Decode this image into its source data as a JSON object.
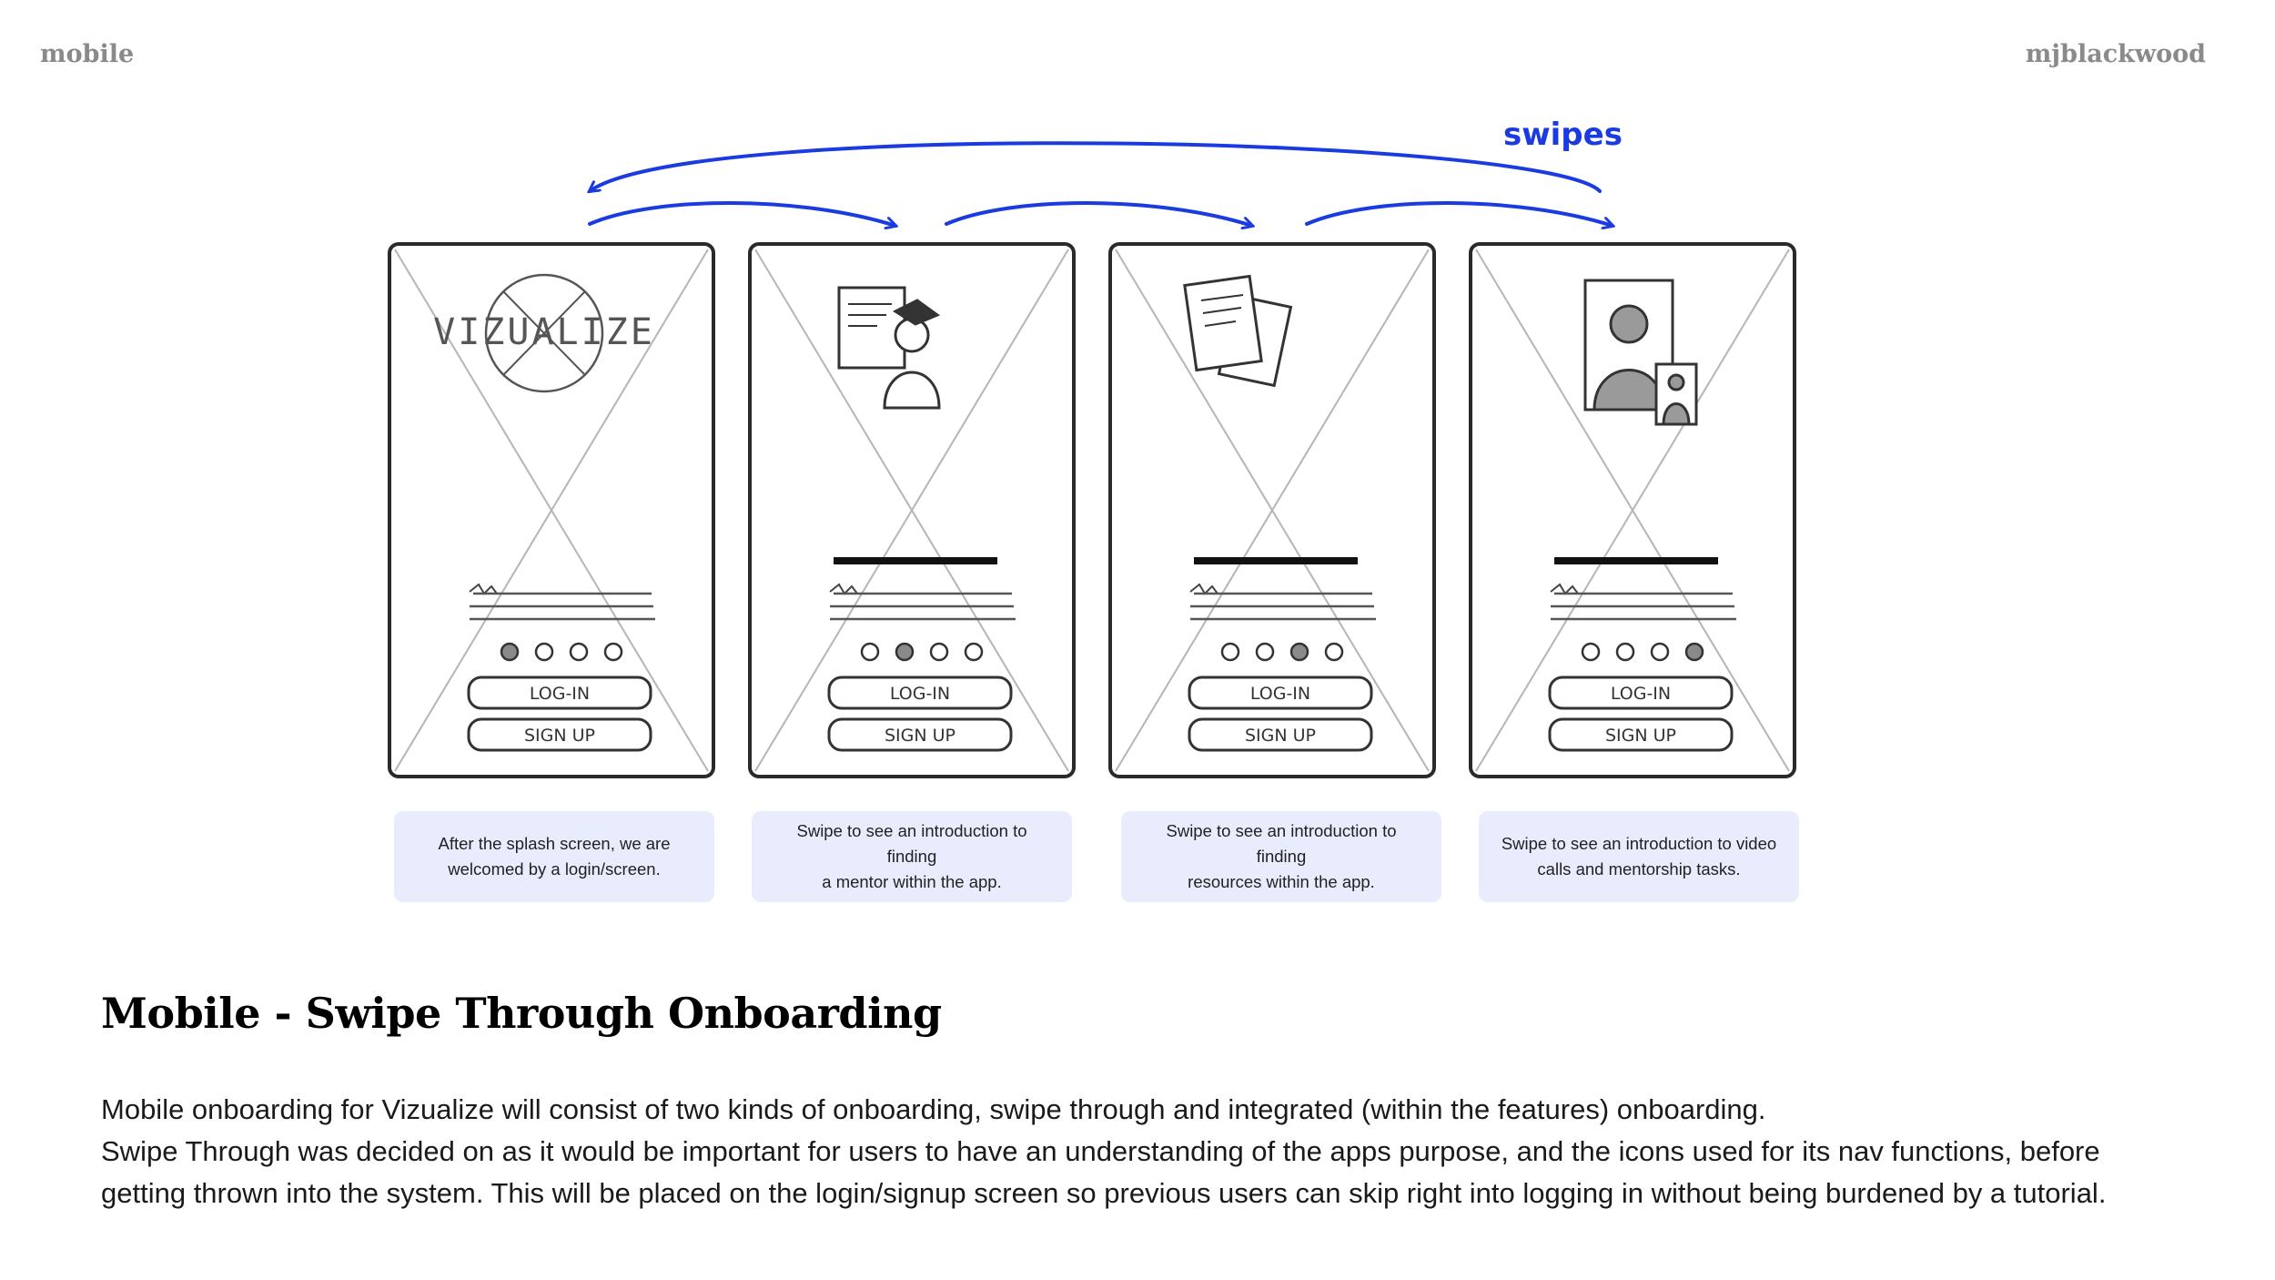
{
  "header": {
    "left_label": "mobile",
    "right_label": "mjblackwood"
  },
  "diagram": {
    "swipes_label": "swipes",
    "arrow_color": "#1a3be0",
    "logo_text": "VIZUALIZE",
    "login_button_label": "LOG-IN",
    "signup_button_label": "SIGN UP",
    "frames": [
      {
        "active_dot": 1,
        "illustration": "logo-placeholder"
      },
      {
        "active_dot": 2,
        "illustration": "mentor-graduate-icon"
      },
      {
        "active_dot": 3,
        "illustration": "resource-documents-icon"
      },
      {
        "active_dot": 4,
        "illustration": "video-call-icon"
      }
    ],
    "captions": [
      {
        "line1": "After the splash screen, we are",
        "line2": "welcomed by a login/screen."
      },
      {
        "line1": "Swipe to see an introduction to finding",
        "line2": "a mentor within the app."
      },
      {
        "line1": "Swipe to see an introduction to finding",
        "line2": "resources within the app."
      },
      {
        "line1": "Swipe to see an introduction to video",
        "line2": "calls and mentorship tasks."
      }
    ],
    "caption_bg": "#e9ecfd"
  },
  "section": {
    "title": "Mobile - Swipe Through Onboarding",
    "lines": [
      "Mobile onboarding for Vizualize will consist of two kinds of onboarding, swipe through and integrated (within the features) onboarding.",
      "Swipe Through was decided on as it would be important for users to have an understanding of the apps purpose, and the icons used for its nav functions, before",
      "getting thrown into the system. This will be placed on the login/signup screen so previous users can skip right into logging in without being burdened by a tutorial."
    ]
  }
}
